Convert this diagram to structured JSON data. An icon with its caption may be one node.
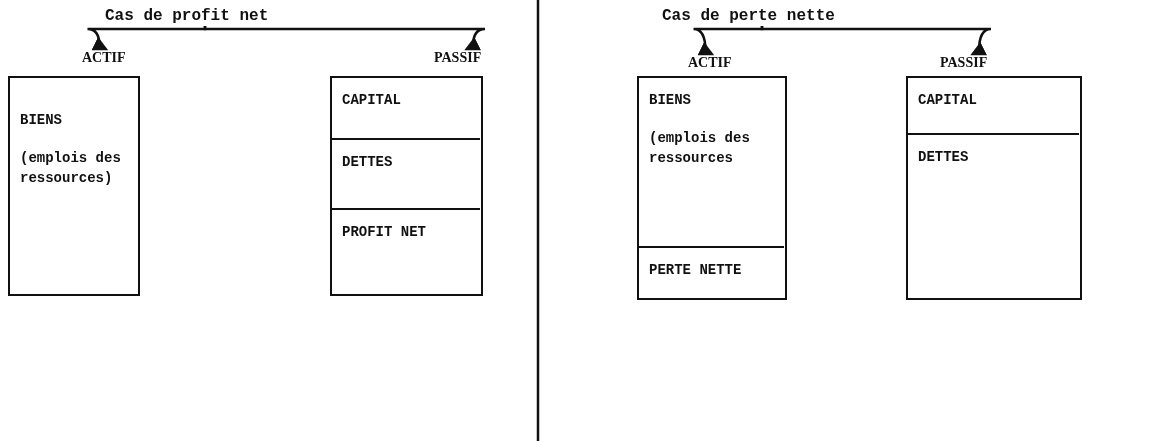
{
  "diagram": {
    "nodes": [
      {
        "text": [
          "Cas de profit net"
        ]
      },
      {
        "text": [
          "ACTIF"
        ]
      },
      {
        "text": [
          "PASSIF"
        ]
      },
      {
        "text": [
          "BIENS",
          "(emplois des ressources)"
        ]
      },
      {
        "text": [],
        "shape": "box"
      },
      {
        "text": [
          "CAPITAL"
        ],
        "in": 4
      },
      {
        "text": [
          "DETTES"
        ],
        "in": 4
      },
      {
        "text": [
          "PROFIT NET"
        ],
        "in": 4
      },
      {
        "text": [
          "Cas de perte nette"
        ]
      },
      {
        "text": [
          "ACTIF"
        ]
      },
      {
        "text": [
          "PASSIF"
        ]
      },
      {
        "text": [],
        "shape": "box"
      },
      {
        "text": [
          "BIENS",
          "(emplois des ressources"
        ],
        "in": 11
      },
      {
        "text": [
          "PERTE NETTE"
        ],
        "in": 11
      },
      {
        "text": [],
        "shape": "box"
      },
      {
        "text": [
          "CAPITAL"
        ],
        "in": 14
      },
      {
        "text": [
          "DETTES"
        ],
        "in": 14
      }
    ],
    "edges": [
      {
        "from": 0,
        "to": 1,
        "arrow": "to"
      },
      {
        "from": 0,
        "to": 2,
        "arrow": "to"
      },
      {
        "from": 8,
        "to": 9,
        "arrow": "to"
      },
      {
        "from": 8,
        "to": 10,
        "arrow": "to"
      }
    ]
  }
}
